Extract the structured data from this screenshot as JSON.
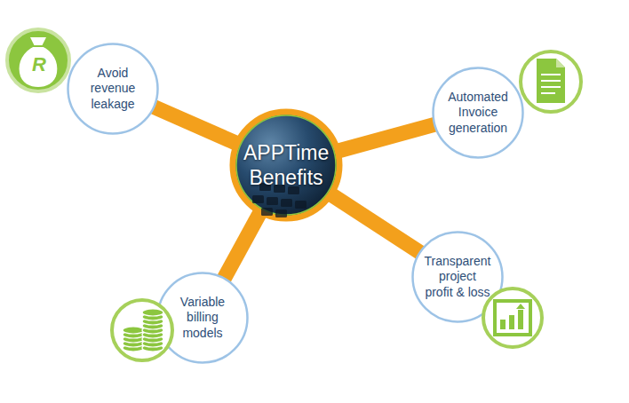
{
  "diagram": {
    "nodes": [
      {
        "text": [
          "APPTime Benefits"
        ]
      },
      {
        "text": [
          "Avoid revenue leakage"
        ]
      },
      {
        "text": [
          "Automated Invoice generation"
        ]
      },
      {
        "text": [
          "Variable billing models"
        ]
      },
      {
        "text": [
          "Transparent project profit & loss"
        ]
      }
    ],
    "edges": [
      {
        "from": 0,
        "to": 1,
        "arrow": "none"
      },
      {
        "from": 0,
        "to": 2,
        "arrow": "none"
      },
      {
        "from": 0,
        "to": 3,
        "arrow": "none"
      },
      {
        "from": 0,
        "to": 4,
        "arrow": "none"
      }
    ],
    "labels": [
      "R"
    ]
  }
}
